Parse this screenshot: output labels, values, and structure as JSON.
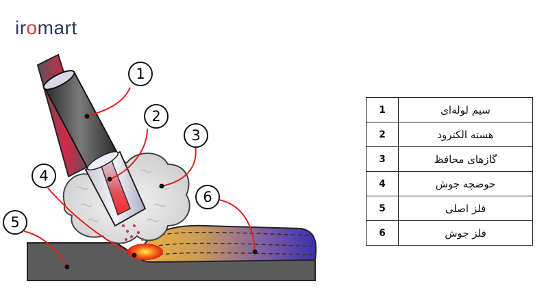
{
  "brand": {
    "prefix": "ir",
    "accent": "o",
    "suffix": "mart"
  },
  "callouts": [
    "1",
    "2",
    "3",
    "4",
    "5",
    "6"
  ],
  "legend": [
    {
      "num": "1",
      "label": "سیم لوله‌ای"
    },
    {
      "num": "2",
      "label": "هسته الکترود"
    },
    {
      "num": "3",
      "label": "گازهای محافظ"
    },
    {
      "num": "4",
      "label": "حوضچه جوش"
    },
    {
      "num": "5",
      "label": "فلز اصلی"
    },
    {
      "num": "6",
      "label": "فلز جوش"
    }
  ],
  "colors": {
    "accent": "#e03a2e",
    "brand": "#2b3a5a",
    "leader": "#e0201c",
    "base_metal": "#5c5c5c",
    "bead_start": "#e6a93a",
    "bead_end": "#3a2fb0"
  }
}
